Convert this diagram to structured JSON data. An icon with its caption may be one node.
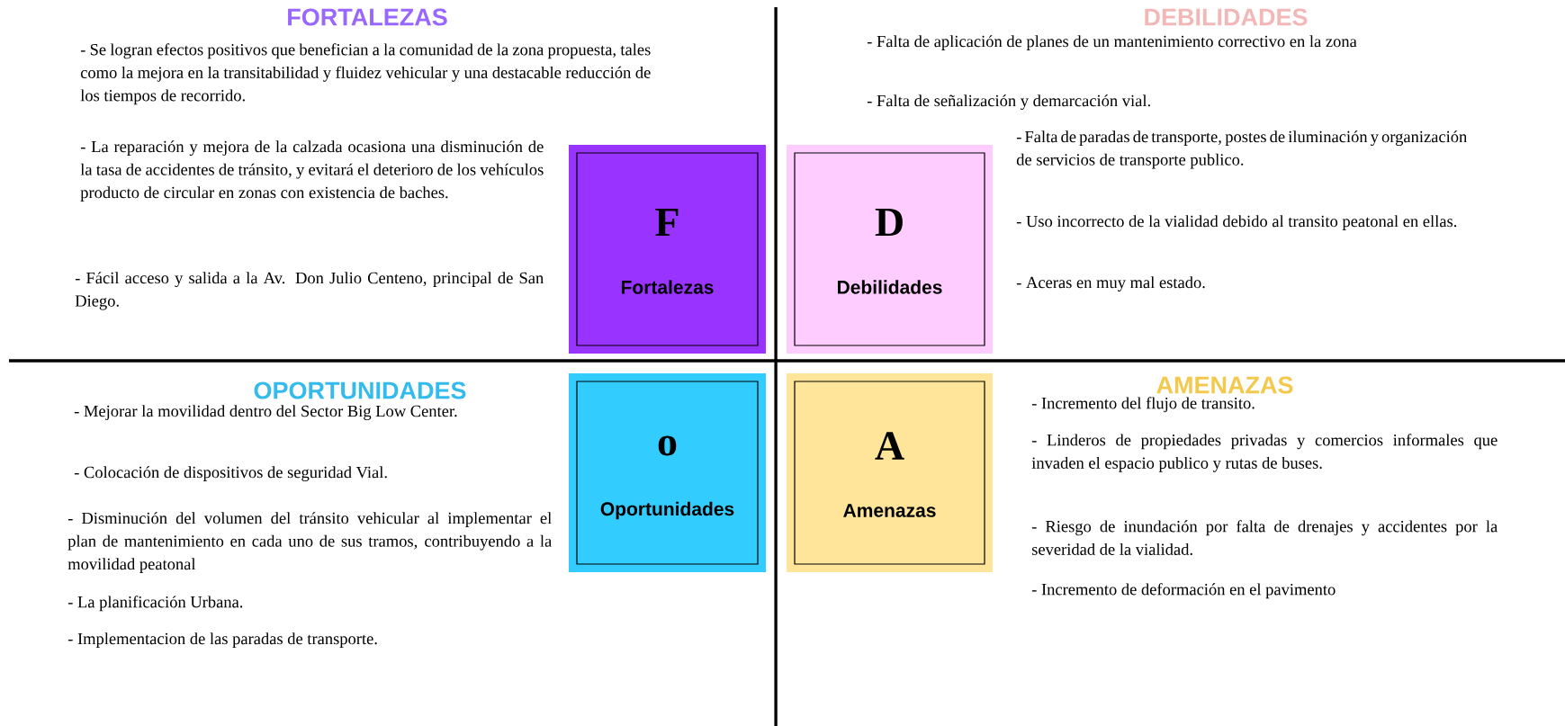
{
  "diagram": {
    "nodes": [
      {
        "text": [
          "F",
          "Fortalezas"
        ]
      },
      {
        "text": [
          "D",
          "Debilidades"
        ]
      },
      {
        "text": [
          "o",
          "Oportunidades"
        ]
      },
      {
        "text": [
          "A",
          "Amenazas"
        ]
      }
    ],
    "labels": [
      "FORTALEZAS",
      "- Se logran efectos positivos que benefician a la comunidad de la zona propuesta, tales como la mejora en la transitabilidad y fluidez vehicular y una destacable reducción de los tiempos de recorrido.",
      "- La reparación y mejora de la calzada ocasiona una disminución de la tasa de accidentes de tránsito, y evitará el deterioro de los vehículos producto de circular en zonas con existencia de baches.",
      "- Fácil acceso y salida a la Av. Don Julio Centeno, principal de San Diego.",
      "DEBILIDADES",
      "- Falta de aplicación de planes de un mantenimiento correctivo en la zona",
      "- Falta de señalización y demarcación vial.",
      "- Falta de paradas de transporte, postes de iluminación y organización de servicios de transporte publico.",
      "- Uso incorrecto de la vialidad debido al transito peatonal en ellas.",
      "- Aceras en muy mal estado.",
      "OPORTUNIDADES",
      "- Mejorar la movilidad dentro del Sector Big Low Center.",
      "- Colocación de dispositivos de seguridad Vial.",
      "- Disminución del volumen del tránsito vehicular al implementar el plan de mantenimiento en cada uno de sus tramos, contribuyendo a la movilidad peatonal",
      "- La planificación Urbana.",
      "- Implementacion de las paradas de transporte.",
      "AMENAZAS",
      "- Incremento del flujo de transito.",
      "- Linderos de propiedades privadas y comercios informales que invaden el espacio publico y rutas de buses.",
      "- Riesgo de inundación por falta de drenajes y accidentes por la severidad de la vialidad.",
      "- Incremento de deformación en el pavimento"
    ]
  }
}
